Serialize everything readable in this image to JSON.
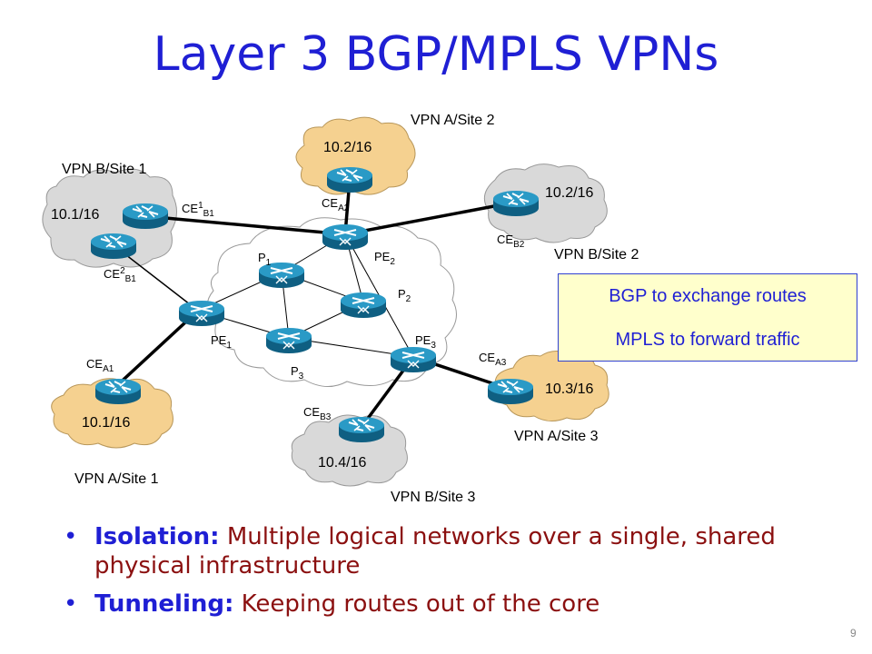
{
  "title": "Layer 3 BGP/MPLS VPNs",
  "sites": {
    "vpn_b_site1": "VPN B/Site 1",
    "vpn_a_site2": "VPN A/Site 2",
    "vpn_b_site2": "VPN B/Site 2",
    "vpn_a_site3": "VPN A/Site 3",
    "vpn_a_site1": "VPN A/Site 1",
    "vpn_b_site3": "VPN B/Site 3"
  },
  "prefixes": {
    "b1": "10.1/16",
    "a2": "10.2/16",
    "b2": "10.2/16",
    "a3": "10.3/16",
    "a1": "10.1/16",
    "b3": "10.4/16"
  },
  "routers": {
    "ce_b1_1": {
      "base": "CE",
      "sup": "1",
      "sub": "B1"
    },
    "ce_b1_2": {
      "base": "CE",
      "sup": "2",
      "sub": "B1"
    },
    "ce_a2": {
      "base": "CE",
      "sub": "A2"
    },
    "ce_b2": {
      "base": "CE",
      "sub": "B2"
    },
    "ce_a1": {
      "base": "CE",
      "sub": "A1"
    },
    "ce_a3": {
      "base": "CE",
      "sub": "A3"
    },
    "ce_b3": {
      "base": "CE",
      "sub": "B3"
    },
    "pe1": {
      "base": "PE",
      "sub": "1"
    },
    "pe2": {
      "base": "PE",
      "sub": "2"
    },
    "pe3": {
      "base": "PE",
      "sub": "3"
    },
    "p1": {
      "base": "P",
      "sub": "1"
    },
    "p2": {
      "base": "P",
      "sub": "2"
    },
    "p3": {
      "base": "P",
      "sub": "3"
    }
  },
  "infobox": {
    "line1": "BGP to exchange routes",
    "line2": "MPLS to forward traffic"
  },
  "bullets": [
    {
      "term": "Isolation:",
      "text": "Multiple logical networks over a single, shared physical infrastructure"
    },
    {
      "term": "Tunneling:",
      "text": "Keeping routes out of the core"
    }
  ],
  "page_number": "9",
  "colors": {
    "title": "#1f1fd4",
    "router": "#1b7ba3",
    "vpn_a_cloud": "#f5d190",
    "vpn_b_cloud": "#d9d9d9",
    "core_cloud": "#ffffff",
    "bullet_text": "#8b1010"
  }
}
